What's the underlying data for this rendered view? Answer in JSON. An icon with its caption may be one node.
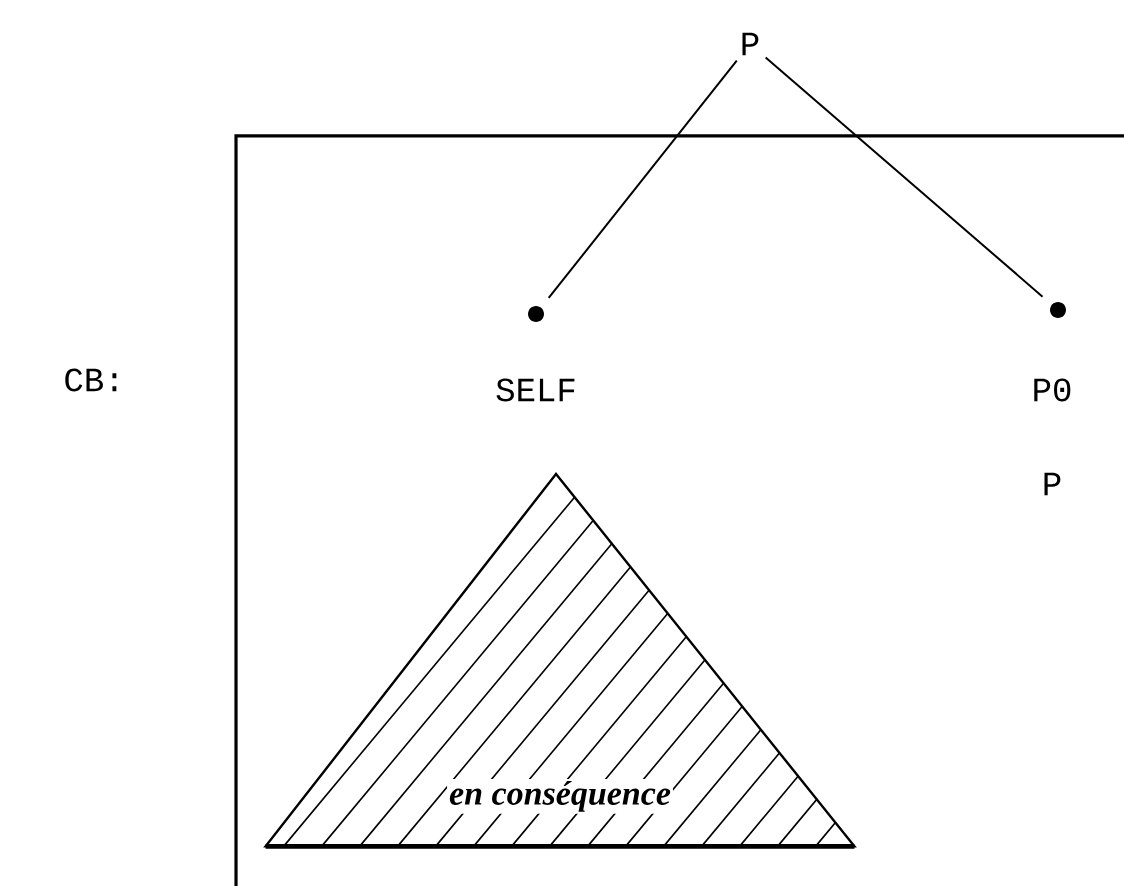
{
  "diagram": {
    "nodes": [
      {
        "text": [
          "P"
        ]
      },
      {
        "text": [
          "CB:"
        ]
      },
      {
        "text": [],
        "shape": "circle",
        "in": 1
      },
      {
        "text": [],
        "shape": "circle",
        "in": 1
      },
      {
        "text": [
          "en conséquence"
        ],
        "in": 1
      }
    ],
    "edges": [
      {
        "from": 0,
        "to": 2,
        "arrow": "none"
      },
      {
        "from": 0,
        "to": 3,
        "arrow": "none"
      }
    ],
    "labels": [
      "SELF",
      "P0",
      "P"
    ]
  }
}
